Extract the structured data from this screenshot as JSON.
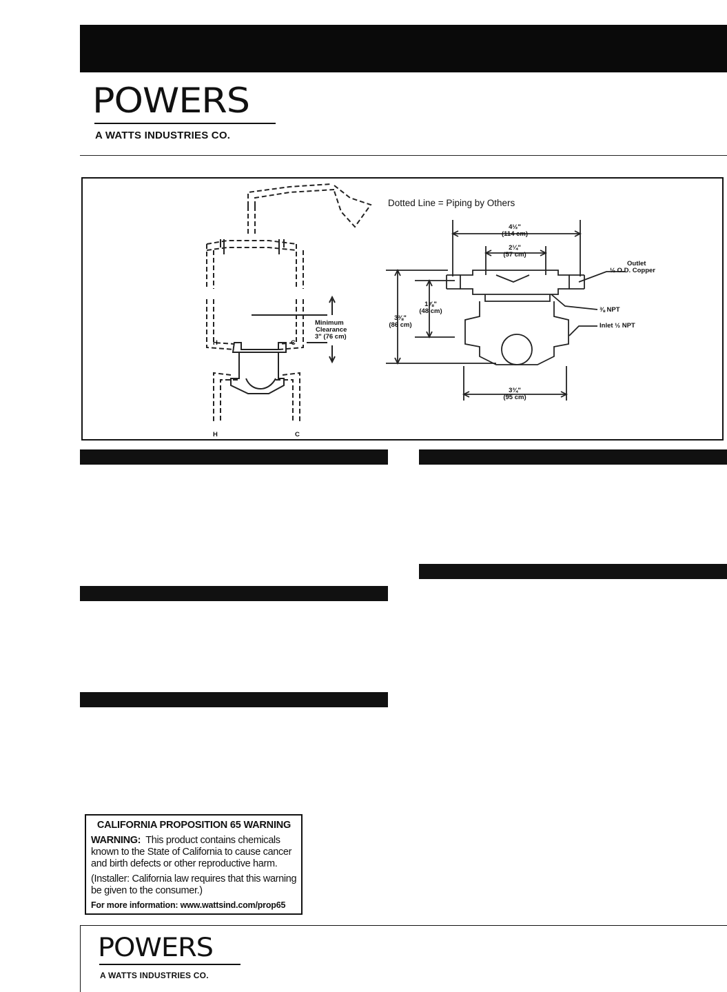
{
  "header": {
    "brand": "POWERS",
    "tagline": "A WATTS INDUSTRIES CO."
  },
  "diagram": {
    "legend": "Dotted Line = Piping by Others",
    "clearance_label": [
      "Minimum",
      "Clearance",
      "3\" (76 cm)"
    ],
    "hot_label": "H",
    "cold_label": "C",
    "dim_overall_width": "4½\"",
    "dim_overall_width_metric": "(114 cm)",
    "dim_body_width": "2¼\"",
    "dim_body_width_metric": "(57 cm)",
    "dim_height": "3⅜\"",
    "dim_height_metric": "(86 cm)",
    "dim_upper_height": "1⅞\"",
    "dim_upper_height_metric": "(48 cm)",
    "dim_base_width": "3¾\"",
    "dim_base_width_metric": "(95 cm)",
    "outlet_label": [
      "Outlet",
      "½ O.D. Copper"
    ],
    "npt_label": "⅜ NPT",
    "inlet_label": "Inlet ½ NPT"
  },
  "prop65": {
    "title": "CALIFORNIA PROPOSITION 65 WARNING",
    "warning_lead": "WARNING:",
    "warning_text": "This product contains chemicals known to the State of California to cause cancer and birth defects or other reproductive harm.",
    "installer_note": "(Installer:  California law requires that this warning be given to the consumer.)",
    "more_info": "For more information:  www.wattsind.com/prop65"
  },
  "footer": {
    "brand": "POWERS",
    "tagline": "A WATTS INDUSTRIES CO."
  }
}
